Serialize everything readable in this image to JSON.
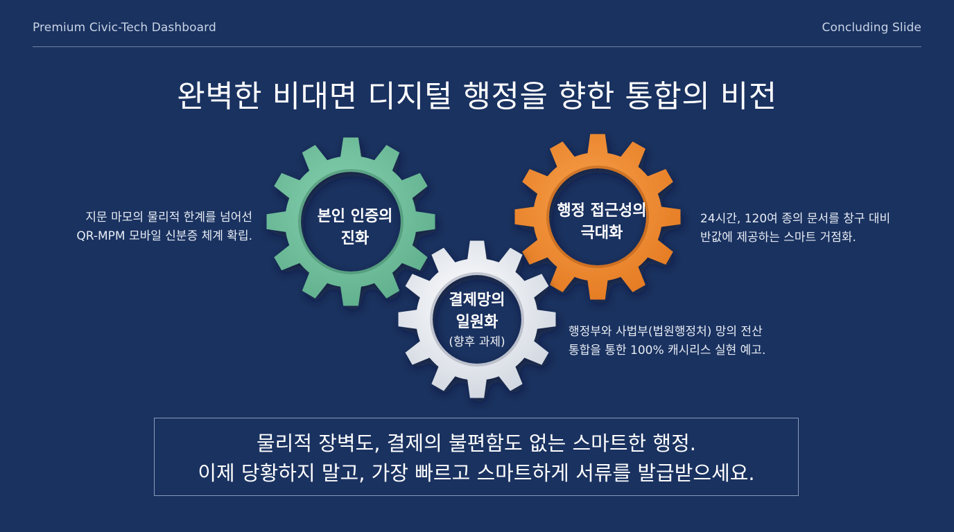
{
  "header": {
    "left": "Premium Civic-Tech Dashboard",
    "right": "Concluding Slide"
  },
  "title": "완벽한 비대면 디지털 행정을 향한 통합의 비전",
  "gears": {
    "green": {
      "line1": "본인 인증의",
      "line2": "진화",
      "color": "#6cbf9c"
    },
    "orange": {
      "line1": "행정 접근성의",
      "line2": "극대화",
      "color": "#ef8a2e"
    },
    "white": {
      "line1": "결제망의",
      "line2": "일원화",
      "sub": "(향후 과제)",
      "color": "#e6e9ef"
    }
  },
  "descriptions": {
    "left": {
      "line1": "지문 마모의 물리적 한계를 넘어선",
      "line2": "QR-MPM 모바일 신분증 체계 확립."
    },
    "right": {
      "line1": "24시간, 120여 종의 문서를 창구 대비",
      "line2": "반값에 제공하는 스마트 거점화."
    },
    "bottom": {
      "line1": "행정부와 사법부(법원행정처) 망의 전산",
      "line2": "통합을 통한 100% 캐시리스 실현 예고."
    }
  },
  "closing": {
    "line1": "물리적 장벽도, 결제의 불편함도 없는 스마트한 행정.",
    "line2": "이제 당황하지 말고, 가장 빠르고 스마트하게 서류를 발급받으세요."
  },
  "colors": {
    "background": "#1a3260",
    "divider": "#6f84a8"
  }
}
